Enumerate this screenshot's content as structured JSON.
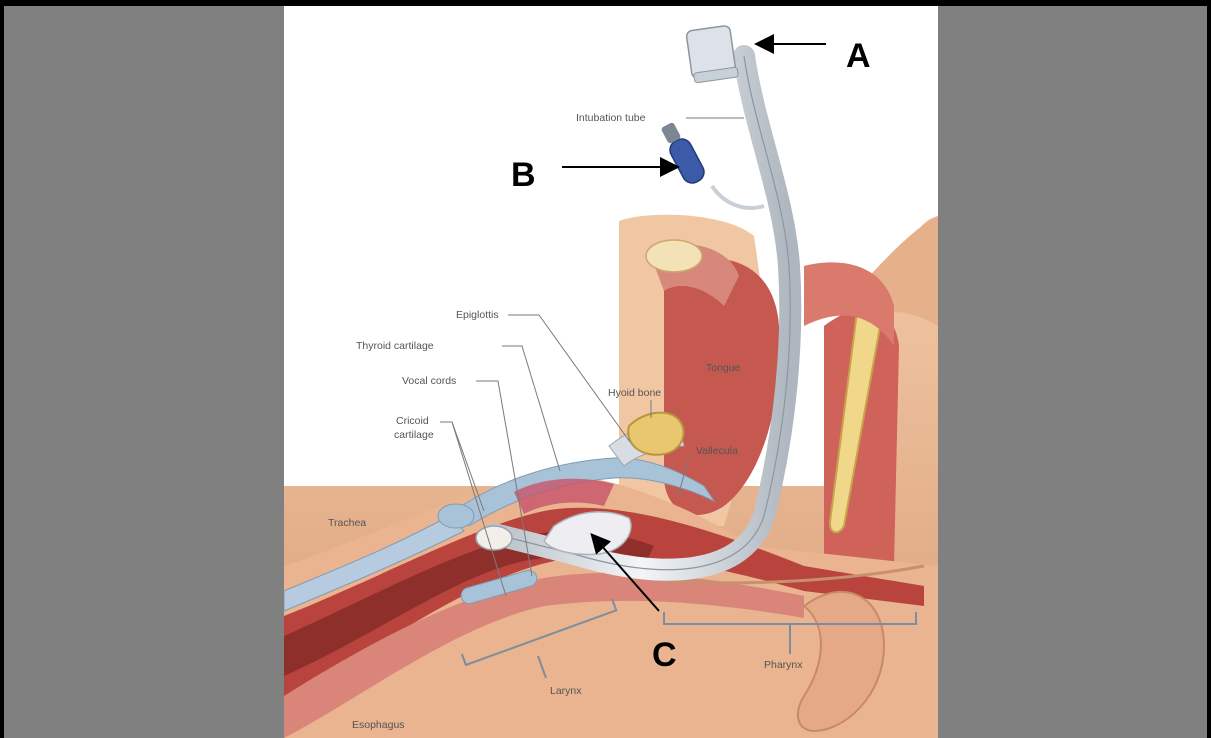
{
  "callouts": {
    "a": "A",
    "b": "B",
    "c": "C"
  },
  "labels": {
    "intubation_tube": "Intubation tube",
    "epiglottis": "Epiglottis",
    "thyroid_cartilage": "Thyroid cartilage",
    "vocal_cords": "Vocal cords",
    "cricoid_line1": "Cricoid",
    "cricoid_line2": "cartilage",
    "hyoid_bone": "Hyoid bone",
    "tongue": "Tongue",
    "vallecula": "Vallecula",
    "trachea": "Trachea",
    "larynx": "Larynx",
    "pharynx": "Pharynx",
    "esophagus": "Esophagus"
  },
  "colors": {
    "background": "#808080",
    "panel": "#ffffff",
    "skin": "#e9b48f",
    "tissue": "#c0504a",
    "mucosa": "#e79b8c",
    "cartilage": "#a8c2d8",
    "tube": "#d9dde2",
    "cuff_port": "#3b5aa8",
    "bone": "#e8c76e"
  }
}
